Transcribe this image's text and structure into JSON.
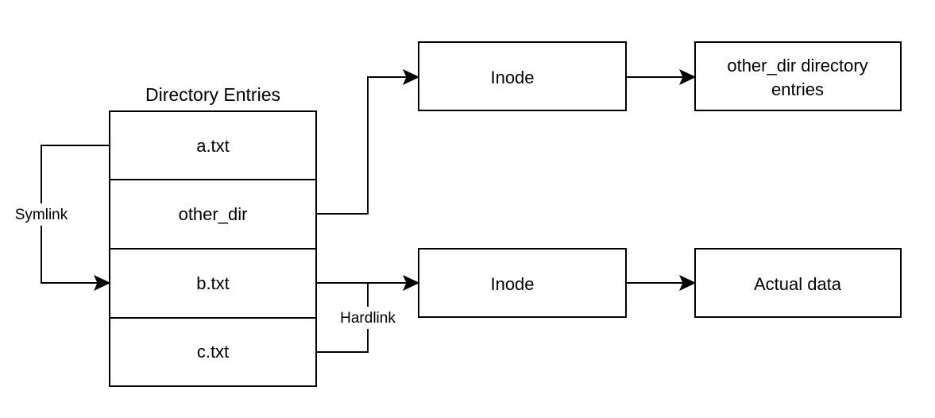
{
  "directory": {
    "title": "Directory Entries",
    "entries": [
      {
        "label": "a.txt"
      },
      {
        "label": "other_dir"
      },
      {
        "label": "b.txt"
      },
      {
        "label": "c.txt"
      }
    ]
  },
  "top_path": {
    "inode_label": "Inode",
    "target_label_line1": "other_dir directory",
    "target_label_line2": "entries"
  },
  "bottom_path": {
    "inode_label": "Inode",
    "target_label": "Actual data"
  },
  "links": {
    "symlink_label": "Symlink",
    "hardlink_label": "Hardlink"
  }
}
